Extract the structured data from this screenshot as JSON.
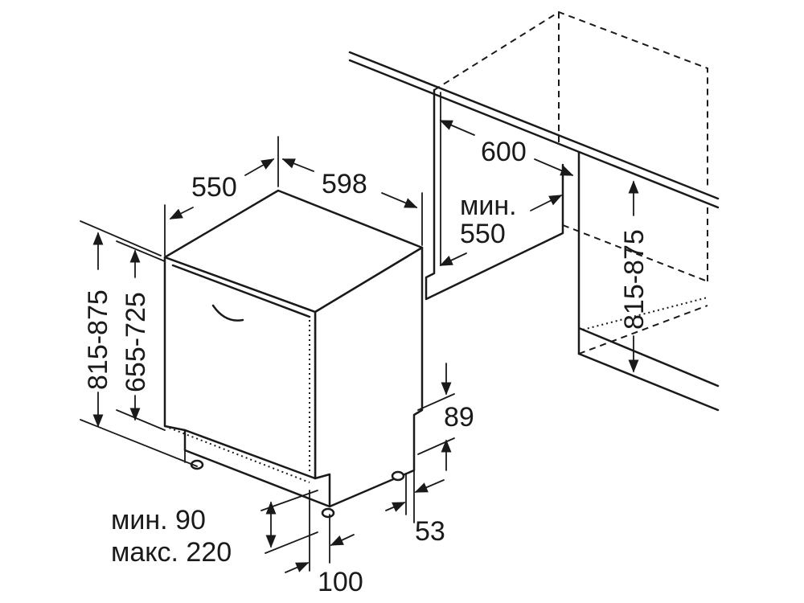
{
  "labels": {
    "depth": "550",
    "width": "598",
    "niche_width": "600",
    "niche_depth_line1": "мин.",
    "niche_depth_line2": "550",
    "height_total": "815-875",
    "height_door": "655-725",
    "niche_height": "815-875",
    "plinth_top": "89",
    "plinth_bottom": "53",
    "plinth_min": "мин. 90",
    "plinth_max": "макс. 220",
    "plinth_depth": "100"
  }
}
